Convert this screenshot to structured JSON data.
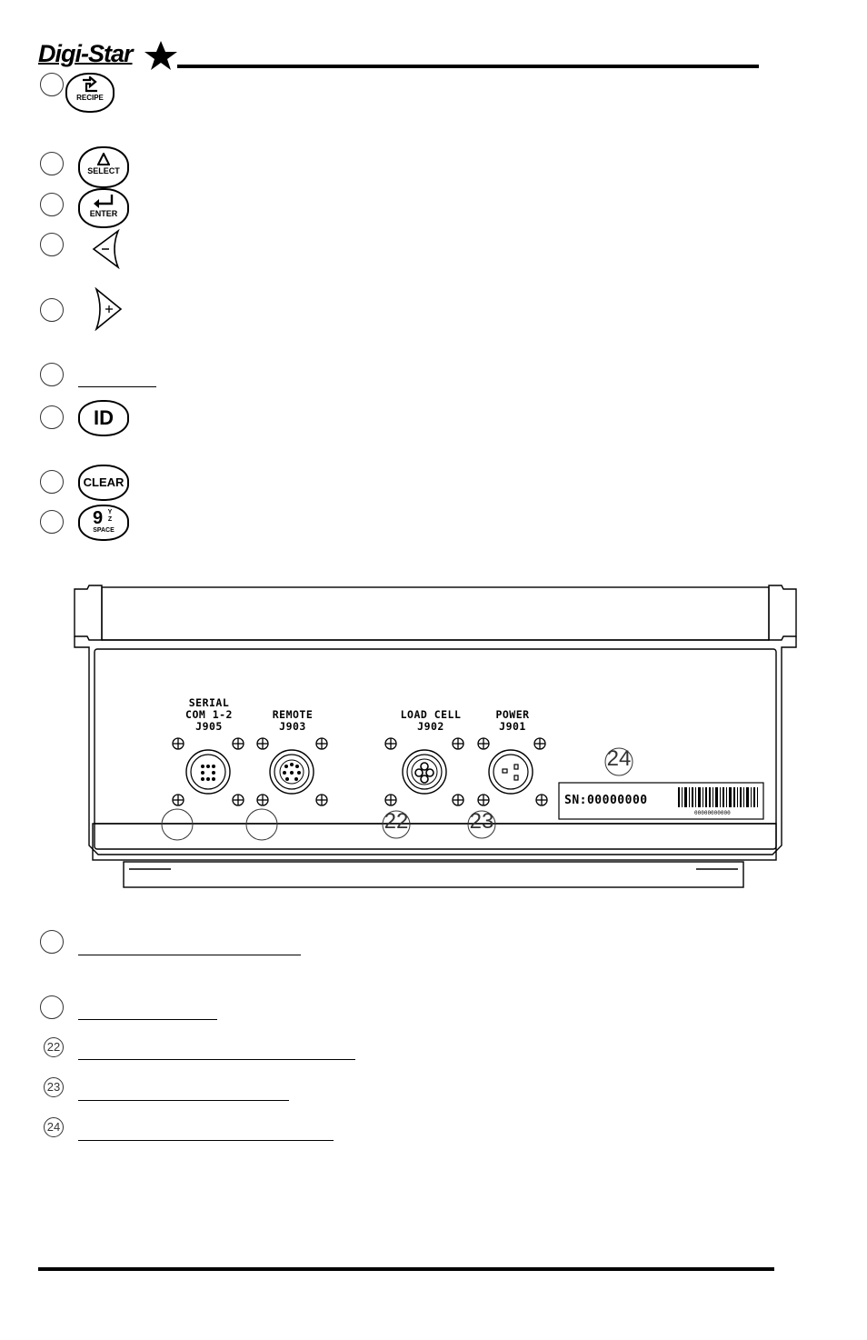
{
  "header": {
    "logo_text": "Digi-Star"
  },
  "keys": {
    "recipe_label": "RECIPE",
    "select_label": "SELECT",
    "enter_label": "ENTER",
    "id_label": "ID",
    "clear_label": "CLEAR",
    "nine_digit": "9",
    "nine_letters": "Y Z",
    "nine_label": "SPACE"
  },
  "panel": {
    "serial_label_1": "SERIAL",
    "serial_label_2": "COM 1-2",
    "serial_label_3": "J905",
    "remote_label_1": "REMOTE",
    "remote_label_2": "J903",
    "loadcell_label_1": "LOAD CELL",
    "loadcell_label_2": "J902",
    "power_label_1": "POWER",
    "power_label_2": "J901",
    "serial_number": "SN:00000000",
    "barcode_digits": "00000000000",
    "callout_22": "22",
    "callout_23": "23",
    "callout_24": "24"
  },
  "legend": {
    "n22": "22",
    "n23": "23",
    "n24": "24"
  }
}
